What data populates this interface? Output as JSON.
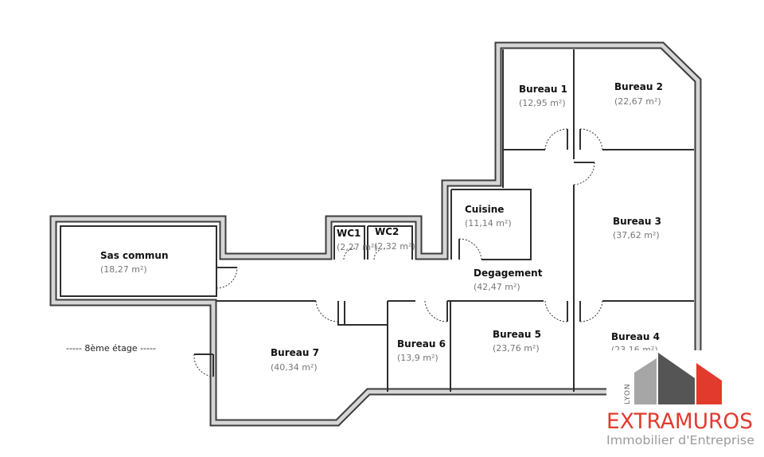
{
  "floor_label": "----- 8ème étage -----",
  "rooms": {
    "bureau1": {
      "name": "Bureau 1",
      "area": "(12,95 m²)"
    },
    "bureau2": {
      "name": "Bureau 2",
      "area": "(22,67 m²)"
    },
    "bureau3": {
      "name": "Bureau 3",
      "area": "(37,62 m²)"
    },
    "bureau4": {
      "name": "Bureau 4",
      "area": "(23,16 m²)"
    },
    "bureau5": {
      "name": "Bureau 5",
      "area": "(23,76 m²)"
    },
    "bureau6": {
      "name": "Bureau 6",
      "area": "(13,9 m²)"
    },
    "bureau7": {
      "name": "Bureau 7",
      "area": "(40,34 m²)"
    },
    "cuisine": {
      "name": "Cuisine",
      "area": "(11,14 m²)"
    },
    "degagement": {
      "name": "Degagement",
      "area": "(42,47 m²)"
    },
    "sas": {
      "name": "Sas commun",
      "area": "(18,27 m²)"
    },
    "wc1": {
      "name": "WC1",
      "area": "(2,27 m²)"
    },
    "wc2": {
      "name": "WC2",
      "area": "(2,32 m²)"
    }
  },
  "logo": {
    "city": "LYON",
    "brand": "EXTRAMUROS",
    "tagline": "Immobilier d'Entreprise",
    "colors": {
      "red": "#e23b2e",
      "dark_grey": "#555555",
      "light_grey": "#9a9a9a"
    }
  },
  "colors": {
    "wall": "#3c3c3c",
    "wall_fill": "#d6d6d6"
  }
}
